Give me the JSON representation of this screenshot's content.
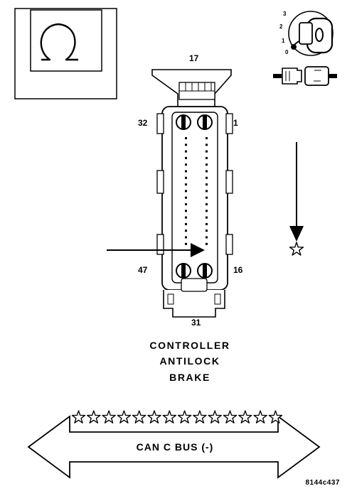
{
  "connector": {
    "pin_top": "17",
    "pin_top_left": "32",
    "pin_top_right": "1",
    "pin_bottom_left": "47",
    "pin_bottom_right": "16",
    "pin_bottom": "31"
  },
  "ignition": {
    "positions": [
      "3",
      "2",
      "1",
      "0"
    ]
  },
  "module": {
    "lines": [
      "CONTROLLER",
      "ANTILOCK",
      "BRAKE"
    ]
  },
  "bus": {
    "label": "CAN C BUS (-)"
  },
  "figure_code": "8144c437",
  "icons": [
    "omega-symbol-icon",
    "ignition-key-icon",
    "key-fob-connector-icon",
    "star-icon",
    "down-arrow-icon",
    "right-arrow-icon",
    "double-arrow-icon"
  ]
}
